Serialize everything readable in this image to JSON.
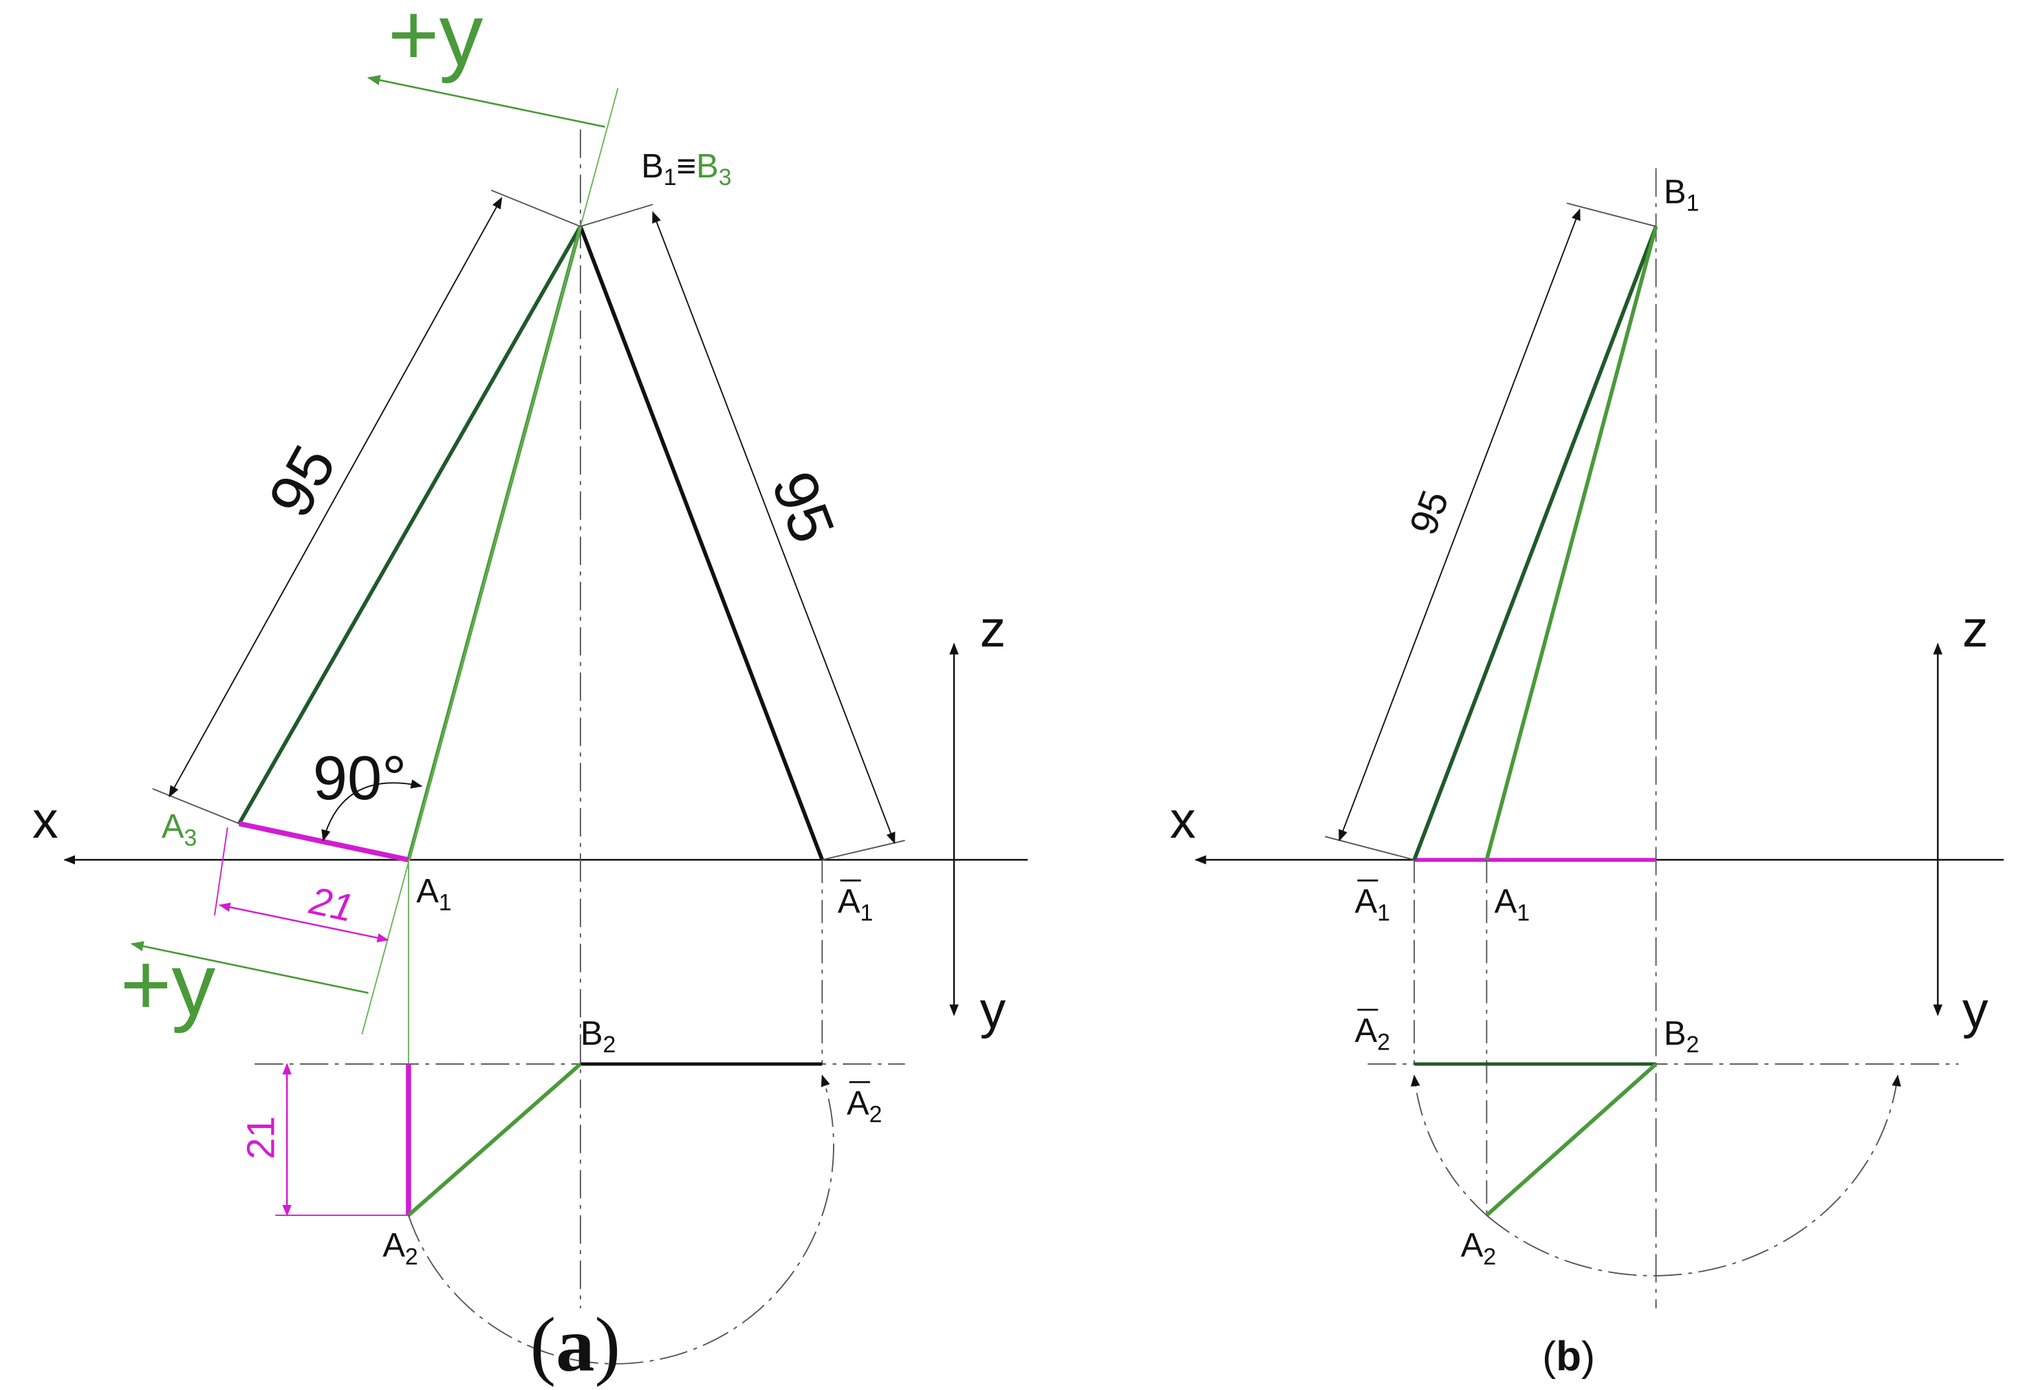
{
  "colors": {
    "black": "#111111",
    "green": "#4a9a3a",
    "dark_green": "#1f5a2a",
    "magenta": "#d21cd2",
    "thin": "#555555"
  },
  "panel_a": {
    "caption_label": "a",
    "dim_top_left": "95",
    "dim_top_right": "95",
    "dim_bottom_horizontal": "21",
    "dim_bottom_vertical": "21",
    "angle": "90°",
    "plus_y_top": "+y",
    "plus_y_bottom": "+y",
    "axis_x": "x",
    "axis_z": "z",
    "axis_y": "y",
    "B1": {
      "letter": "B",
      "sub": "1"
    },
    "equiv": "≡",
    "B3": {
      "letter": "B",
      "sub": "3"
    },
    "A3": {
      "letter": "A",
      "sub": "3"
    },
    "A1": {
      "letter": "A",
      "sub": "1"
    },
    "A1bar": {
      "letter": "A",
      "sub": "1"
    },
    "B2": {
      "letter": "B",
      "sub": "2"
    },
    "A2bar": {
      "letter": "A",
      "sub": "2"
    },
    "A2": {
      "letter": "A",
      "sub": "2"
    }
  },
  "panel_b": {
    "caption_label": "b",
    "dim_length": "95",
    "axis_x": "x",
    "axis_z": "z",
    "axis_y": "y",
    "B1": {
      "letter": "B",
      "sub": "1"
    },
    "A1bar": {
      "letter": "A",
      "sub": "1"
    },
    "A1": {
      "letter": "A",
      "sub": "1"
    },
    "A2bar": {
      "letter": "A",
      "sub": "2"
    },
    "B2": {
      "letter": "B",
      "sub": "2"
    },
    "A2": {
      "letter": "A",
      "sub": "2"
    }
  }
}
